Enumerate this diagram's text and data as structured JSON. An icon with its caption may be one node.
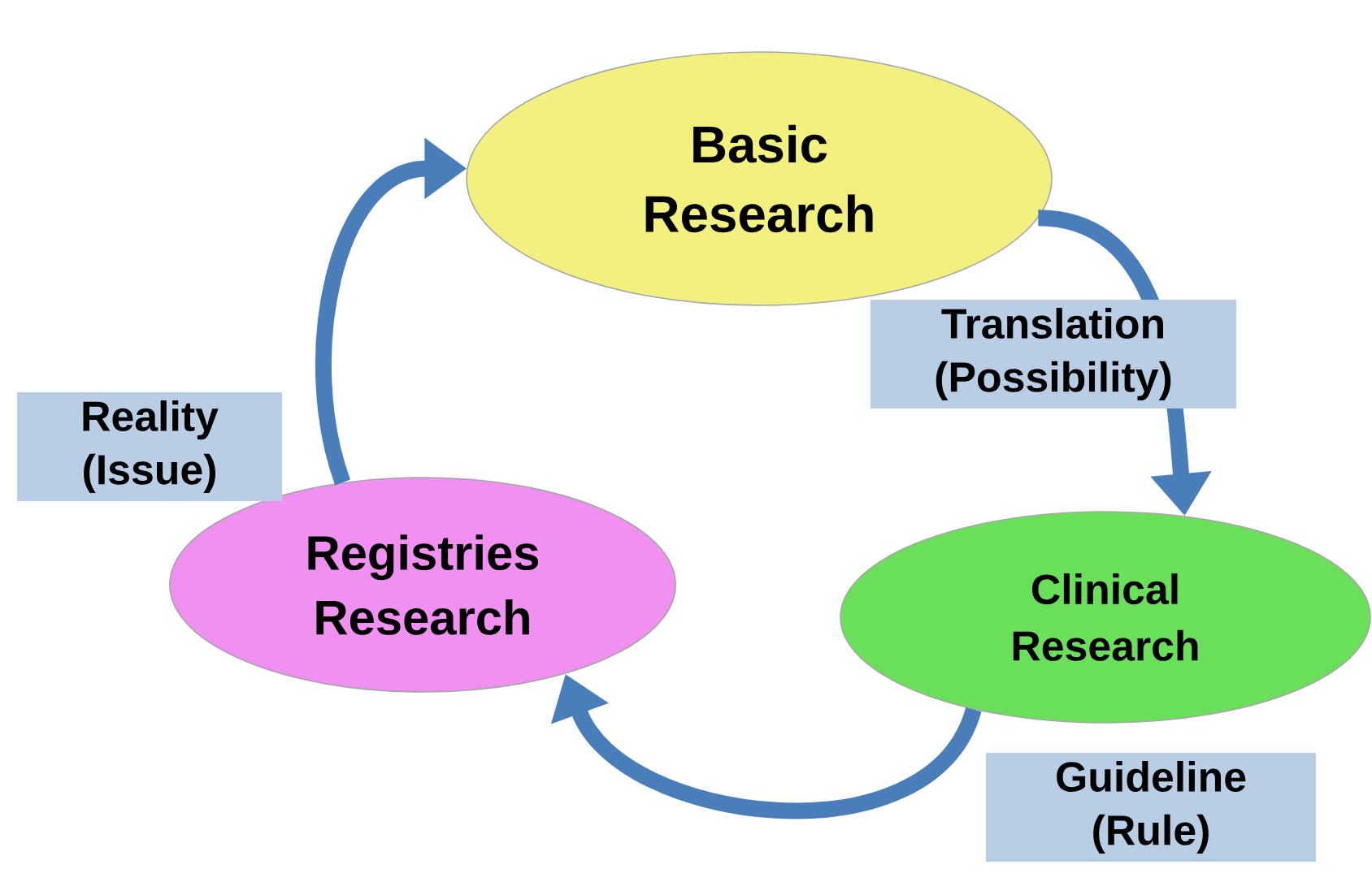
{
  "diagram": {
    "nodes": [
      {
        "text": [
          "Basic Research"
        ]
      },
      {
        "text": [
          "Clinical Research"
        ]
      },
      {
        "text": [
          "Registries Research"
        ]
      }
    ],
    "edges": [
      {
        "from": 0,
        "to": 1,
        "arrow": "to",
        "label": "Translation (Possibility)"
      },
      {
        "from": 1,
        "to": 2,
        "arrow": "to",
        "label": "Guideline (Rule)"
      },
      {
        "from": 2,
        "to": 0,
        "arrow": "to",
        "label": "Reality (Issue)"
      }
    ]
  }
}
